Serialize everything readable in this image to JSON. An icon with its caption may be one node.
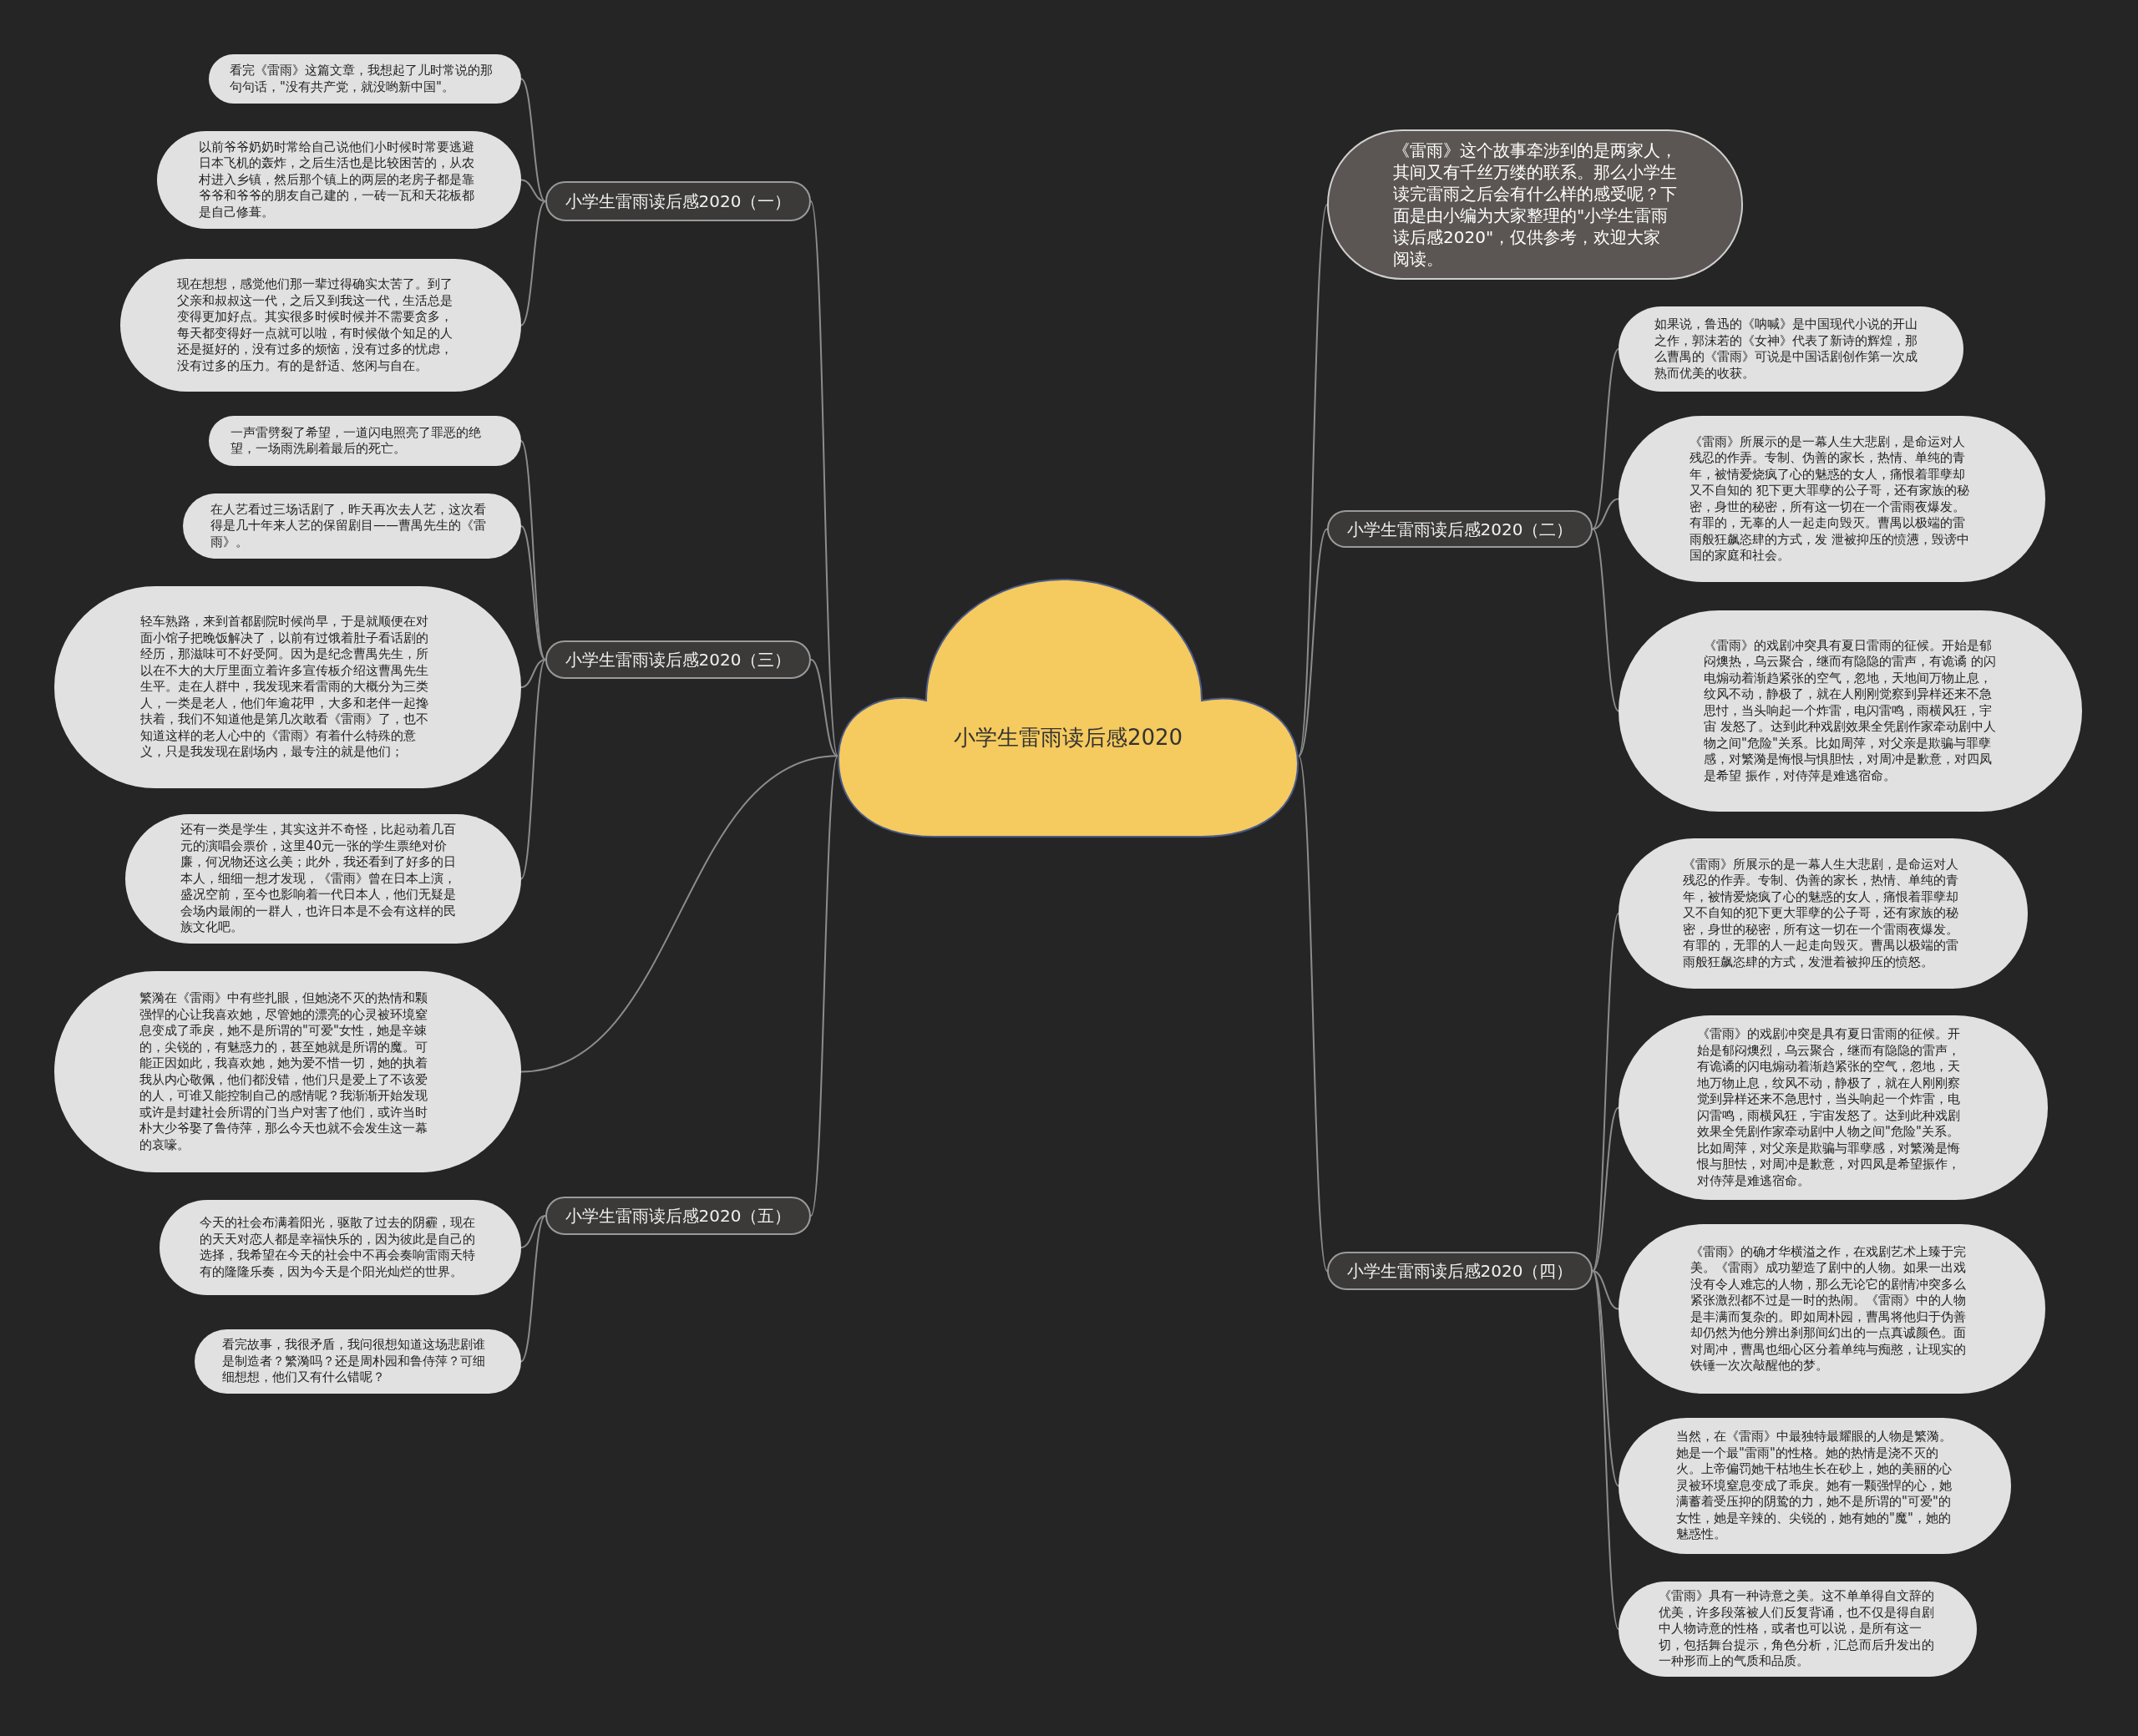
{
  "diagram": {
    "nodes": [
      {
        "text": [
          "小学生雷雨读后感2020"
        ]
      },
      {
        "text": [
          "小学生雷雨读后感2020（一）"
        ]
      },
      {
        "text": [
          "看完《雷雨》这篇文章，我想起了儿时常说的那句句话，\"没有共产党，就没哟新中国\"。"
        ]
      },
      {
        "text": [
          "以前爷爷奶奶时常给自己说他们小时候时常要逃避日本飞机的轰炸，之后生活也是比较困苦的，从农村进入乡镇，然后那个镇上的两层的老房子都是靠爷爷和爷爷的朋友自己建的，一砖一瓦和天花板都是自己修葺。"
        ]
      },
      {
        "text": [
          "现在想想，感觉他们那一辈过得确实太苦了。到了父亲和叔叔这一代，之后又到我这一代，生活总是变得更加好点。其实很多时候时候并不需要贪多，每天都变得好一点就可以啦，有时候做个知足的人还是挺好的，没有过多的烦恼，没有过多的忧虑，没有过多的压力。有的是舒适、悠闲与自在。"
        ]
      },
      {
        "text": [
          "小学生雷雨读后感2020（三）"
        ]
      },
      {
        "text": [
          "一声雷劈裂了希望，一道闪电照亮了罪恶的绝望，一场雨洗刷着最后的死亡。"
        ]
      },
      {
        "text": [
          "在人艺看过三场话剧了，昨天再次去人艺，这次看得是几十年来人艺的保留剧目——曹禺先生的《雷雨》。"
        ]
      },
      {
        "text": [
          "轻车熟路，来到首都剧院时候尚早，于是就顺便在对面小馆子把晚饭解决了，以前有过饿着肚子看话剧的经历，那滋味可不好受阿。因为是纪念曹禺先生，所以在不大的大厅里面立着许多宣传板介绍这曹禺先生生平。走在人群中，我发现来看雷雨的大概分为三类人，一类是老人，他们年逾花甲，大多和老伴一起搀扶着，我们不知道他是第几次敢看《雷雨》了，也不知道这样的老人心中的《雷雨》有着什么特殊的意义，只是我发现在剧场内，最专注的就是他们；"
        ]
      },
      {
        "text": [
          "还有一类是学生，其实这并不奇怪，比起动着几百元的演唱会票价，这里40元一张的学生票绝对价廉，何况物还这么美；此外，我还看到了好多的日本人，细细一想才发现，《雷雨》曾在日本上演，盛况空前，至今也影响着一代日本人，他们无疑是会场内最闹的一群人，也许日本是不会有这样的民族文化吧。"
        ]
      },
      {
        "text": [
          "繁漪在《雷雨》中有些扎眼，但她浇不灭的热情和颗强悍的心让我喜欢她，尽管她的漂亮的心灵被环境窒息变成了乖戾，她不是所谓的\"可爱\"女性，她是辛竦的，尖锐的，有魅惑力的，甚至她就是所谓的魔。可能正因如此，我喜欢她，她为爱不惜一切，她的执着我从内心敬佩，他们都没错，他们只是爱上了不该爱的人，可谁又能控制自己的感情呢？我渐渐开始发现或许是封建社会所谓的门当户对害了他们，或许当时朴大少爷娶了鲁侍萍，那么今天也就不会发生这一幕的哀嚎。"
        ]
      },
      {
        "text": [
          "小学生雷雨读后感2020（五）"
        ]
      },
      {
        "text": [
          "今天的社会布满着阳光，驱散了过去的阴霾，现在的天天对恋人都是幸福快乐的，因为彼此是自己的选择，我希望在今天的社会中不再会奏响雷雨天特有的隆隆乐奏，因为今天是个阳光灿烂的世界。"
        ]
      },
      {
        "text": [
          "看完故事，我很矛盾，我问很想知道这场悲剧谁是制造者？繁漪吗？还是周朴园和鲁侍萍？可细细想想，他们又有什么错呢？"
        ]
      },
      {
        "text": [
          "《雷雨》这个故事牵涉到的是两家人，其间又有千丝万缕的联系。那么小学生读完雷雨之后会有什么样的感受呢？下面是由小编为大家整理的\"小学生雷雨读后感2020\"，仅供参考，欢迎大家阅读。"
        ]
      },
      {
        "text": [
          "小学生雷雨读后感2020（二）"
        ]
      },
      {
        "text": [
          "如果说，鲁迅的《呐喊》是中国现代小说的开山之作，郭沫若的《女神》代表了新诗的辉煌，那么曹禺的《雷雨》可说是中国话剧创作第一次成熟而优美的收获。"
        ]
      },
      {
        "text": [
          "《雷雨》所展示的是一幕人生大悲剧，是命运对人残忍的作弄。专制、伪善的家长，热情、单纯的青年，被情爱烧疯了心的魅惑的女人，痛恨着罪孽却又不自知的 犯下更大罪孽的公子哥，还有家族的秘密，身世的秘密，所有这一切在一个雷雨夜爆发。有罪的，无辜的人一起走向毁灭。曹禺以极端的雷雨般狂飙恣肆的方式，发 泄被抑压的愤懑，毁谤中国的家庭和社会。"
        ]
      },
      {
        "text": [
          "《雷雨》的戏剧冲突具有夏日雷雨的征候。开始是郁闷燠热，乌云聚合，继而有隐隐的雷声，有诡谲 的闪电煽动着渐趋紧张的空气，忽地，天地间万物止息，纹风不动，静极了，就在人刚刚觉察到异样还来不急思忖，当头响起一个炸雷，电闪雷鸣，雨横风狂，宇宙 发怒了。达到此种戏剧效果全凭剧作家牵动剧中人物之间\"危险\"关系。比如周萍，对父亲是欺骗与罪孽感，对繁漪是悔恨与惧胆怯，对周冲是歉意，对四凤是希望 振作，对侍萍是难逃宿命。"
        ]
      },
      {
        "text": [
          "小学生雷雨读后感2020（四）"
        ]
      },
      {
        "text": [
          "《雷雨》所展示的是一幕人生大悲剧，是命运对人残忍的作弄。专制、伪善的家长，热情、单纯的青年，被情爱烧疯了心的魅惑的女人，痛恨着罪孽却又不自知的犯下更大罪孽的公子哥，还有家族的秘密，身世的秘密，所有这一切在一个雷雨夜爆发。有罪的，无罪的人一起走向毁灭。曹禺以极端的雷雨般狂飙恣肆的方式，发泄着被抑压的愤怒。"
        ]
      },
      {
        "text": [
          "《雷雨》的戏剧冲突是具有夏日雷雨的征候。开始是郁闷燠烈，乌云聚合，继而有隐隐的雷声，有诡谲的闪电煽动着渐趋紧张的空气，忽地，天地万物止息，纹风不动，静极了，就在人刚刚察觉到异样还来不急思忖，当头响起一个炸雷，电闪雷鸣，雨横风狂，宇宙发怒了。达到此种戏剧效果全凭剧作家牵动剧中人物之间\"危险\"关系。比如周萍，对父亲是欺骗与罪孽感，对繁漪是悔恨与胆怯，对周冲是歉意，对四凤是希望振作，对侍萍是难逃宿命。"
        ]
      },
      {
        "text": [
          "《雷雨》的确才华横溢之作，在戏剧艺术上臻于完美。《雷雨》成功塑造了剧中的人物。如果一出戏没有令人难忘的人物，那么无论它的剧情冲突多么紧张激烈都不过是一时的热闹。《雷雨》中的人物是丰满而复杂的。即如周朴园，曹禺将他归于伪善却仍然为他分辨出刹那间幻出的一点真诚颜色。面对周冲，曹禺也细心区分着单纯与痴憨，让现实的铁锤一次次敲醒他的梦。"
        ]
      },
      {
        "text": [
          "当然，在《雷雨》中最独特最耀眼的人物是繁漪。她是一个最\"雷雨\"的性格。她的热情是浇不灭的火。上帝偏罚她干枯地生长在砂上，她的美丽的心灵被环境窒息变成了乖戾。她有一颗强悍的心，她满蓄着受压抑的阴鸷的力，她不是所谓的\"可爱\"的女性，她是辛辣的、尖锐的，她有她的\"魔\"，她的魅惑性。"
        ]
      },
      {
        "text": [
          "《雷雨》具有一种诗意之美。这不单单得自文辞的优美，许多段落被人们反复背诵，也不仅是得自剧中人物诗意的性格，或者也可以说，是所有这一切，包括舞台提示，角色分析，汇总而后升发出的一种形而上的气质和品质。"
        ]
      }
    ],
    "edges": [
      {
        "from": 0,
        "to": 1,
        "arrow": "none"
      },
      {
        "from": 1,
        "to": 2,
        "arrow": "none"
      },
      {
        "from": 1,
        "to": 3,
        "arrow": "none"
      },
      {
        "from": 1,
        "to": 4,
        "arrow": "none"
      },
      {
        "from": 0,
        "to": 5,
        "arrow": "none"
      },
      {
        "from": 5,
        "to": 6,
        "arrow": "none"
      },
      {
        "from": 5,
        "to": 7,
        "arrow": "none"
      },
      {
        "from": 5,
        "to": 8,
        "arrow": "none"
      },
      {
        "from": 5,
        "to": 9,
        "arrow": "none"
      },
      {
        "from": 0,
        "to": 10,
        "arrow": "none"
      },
      {
        "from": 0,
        "to": 11,
        "arrow": "none"
      },
      {
        "from": 11,
        "to": 12,
        "arrow": "none"
      },
      {
        "from": 11,
        "to": 13,
        "arrow": "none"
      },
      {
        "from": 0,
        "to": 14,
        "arrow": "none"
      },
      {
        "from": 0,
        "to": 15,
        "arrow": "none"
      },
      {
        "from": 15,
        "to": 16,
        "arrow": "none"
      },
      {
        "from": 15,
        "to": 17,
        "arrow": "none"
      },
      {
        "from": 15,
        "to": 18,
        "arrow": "none"
      },
      {
        "from": 0,
        "to": 19,
        "arrow": "none"
      },
      {
        "from": 19,
        "to": 20,
        "arrow": "none"
      },
      {
        "from": 19,
        "to": 21,
        "arrow": "none"
      },
      {
        "from": 19,
        "to": 22,
        "arrow": "none"
      },
      {
        "from": 19,
        "to": 23,
        "arrow": "none"
      },
      {
        "from": 19,
        "to": 24,
        "arrow": "none"
      }
    ]
  }
}
